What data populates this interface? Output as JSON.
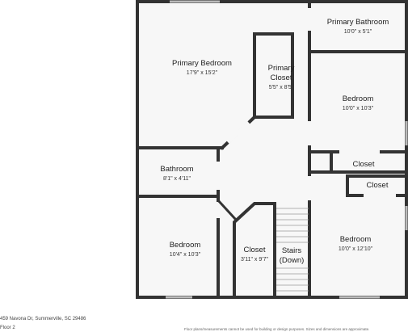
{
  "rooms": {
    "primary_bathroom": {
      "name": "Primary Bathroom",
      "dims": "10'0\" x 5'1\""
    },
    "primary_bedroom": {
      "name": "Primary Bedroom",
      "dims": "17'9\" x 15'2\""
    },
    "primary_closet": {
      "name_line1": "Primary",
      "name_line2": "Closet",
      "dims": "5'5\" x 8'5\""
    },
    "bedroom_right": {
      "name": "Bedroom",
      "dims": "10'0\" x 10'3\""
    },
    "bathroom": {
      "name": "Bathroom",
      "dims": "8'1\" x 4'11\""
    },
    "closet_upper": {
      "name": "Closet"
    },
    "closet_lower": {
      "name": "Closet"
    },
    "bedroom_lower_left": {
      "name": "Bedroom",
      "dims": "10'4\" x 10'3\""
    },
    "closet_small": {
      "name": "Closet",
      "dims": "3'11\" x 9'7\""
    },
    "stairs": {
      "name_line1": "Stairs",
      "name_line2": "(Down)"
    },
    "bedroom_lower_right": {
      "name": "Bedroom",
      "dims": "10'0\" x 12'10\""
    }
  },
  "footer": {
    "address": "459 Navona Dr, Summerville, SC 29486",
    "floor": "Floor 2",
    "disclaimer": "Floor plans/measurements cannot be used for building or design purposes. Sizes and dimensions are approximate."
  },
  "colors": {
    "wall": "#333333",
    "floor": "#f7f7f7",
    "window": "#bbbbbb"
  }
}
